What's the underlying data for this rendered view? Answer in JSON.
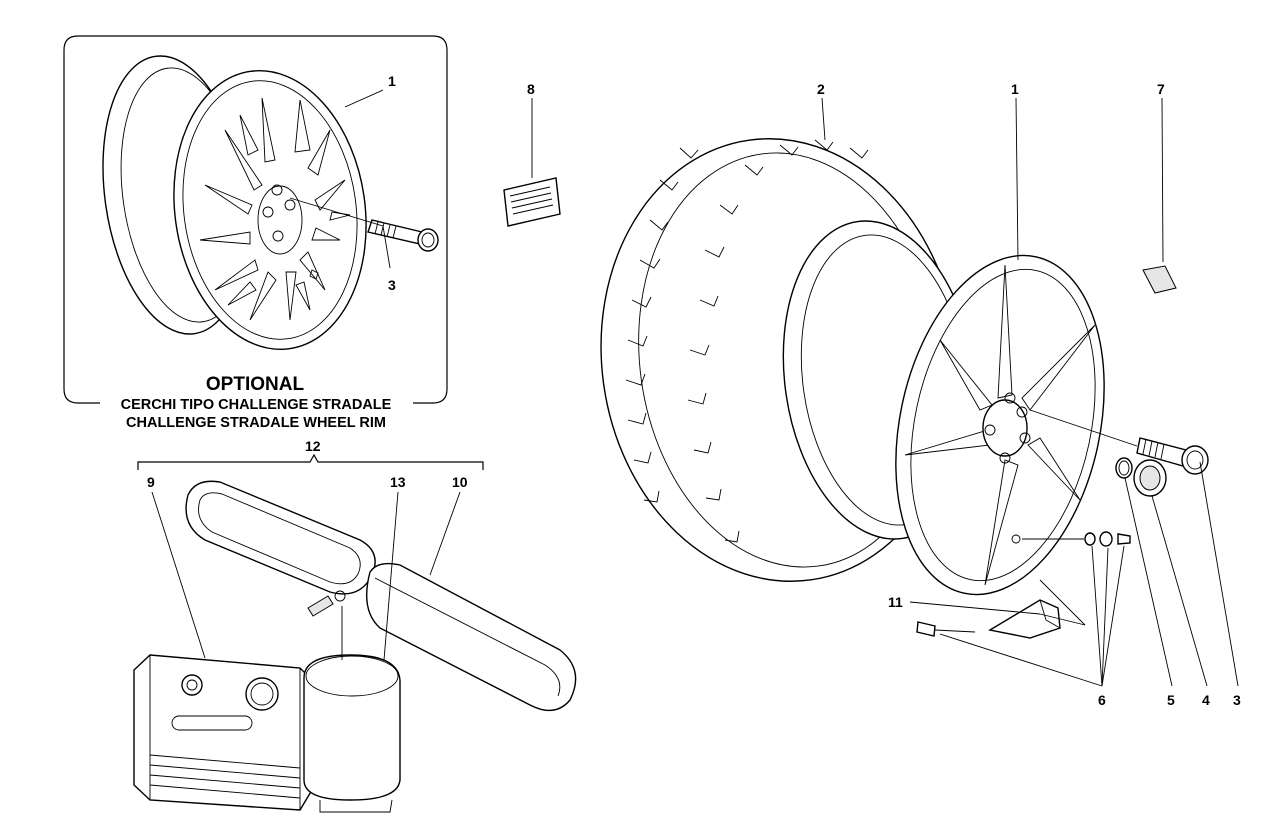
{
  "optional_box": {
    "heading": "OPTIONAL",
    "line1": "CERCHI TIPO CHALLENGE STRADALE",
    "line2": "CHALLENGE STRADALE WHEEL RIM"
  },
  "callouts": {
    "inset_1": "1",
    "inset_3": "3",
    "c8": "8",
    "c2": "2",
    "c1": "1",
    "c7": "7",
    "c12": "12",
    "c9": "9",
    "c13": "13",
    "c10": "10",
    "c11": "11",
    "c6": "6",
    "c5": "5",
    "c4": "4",
    "c3": "3"
  }
}
